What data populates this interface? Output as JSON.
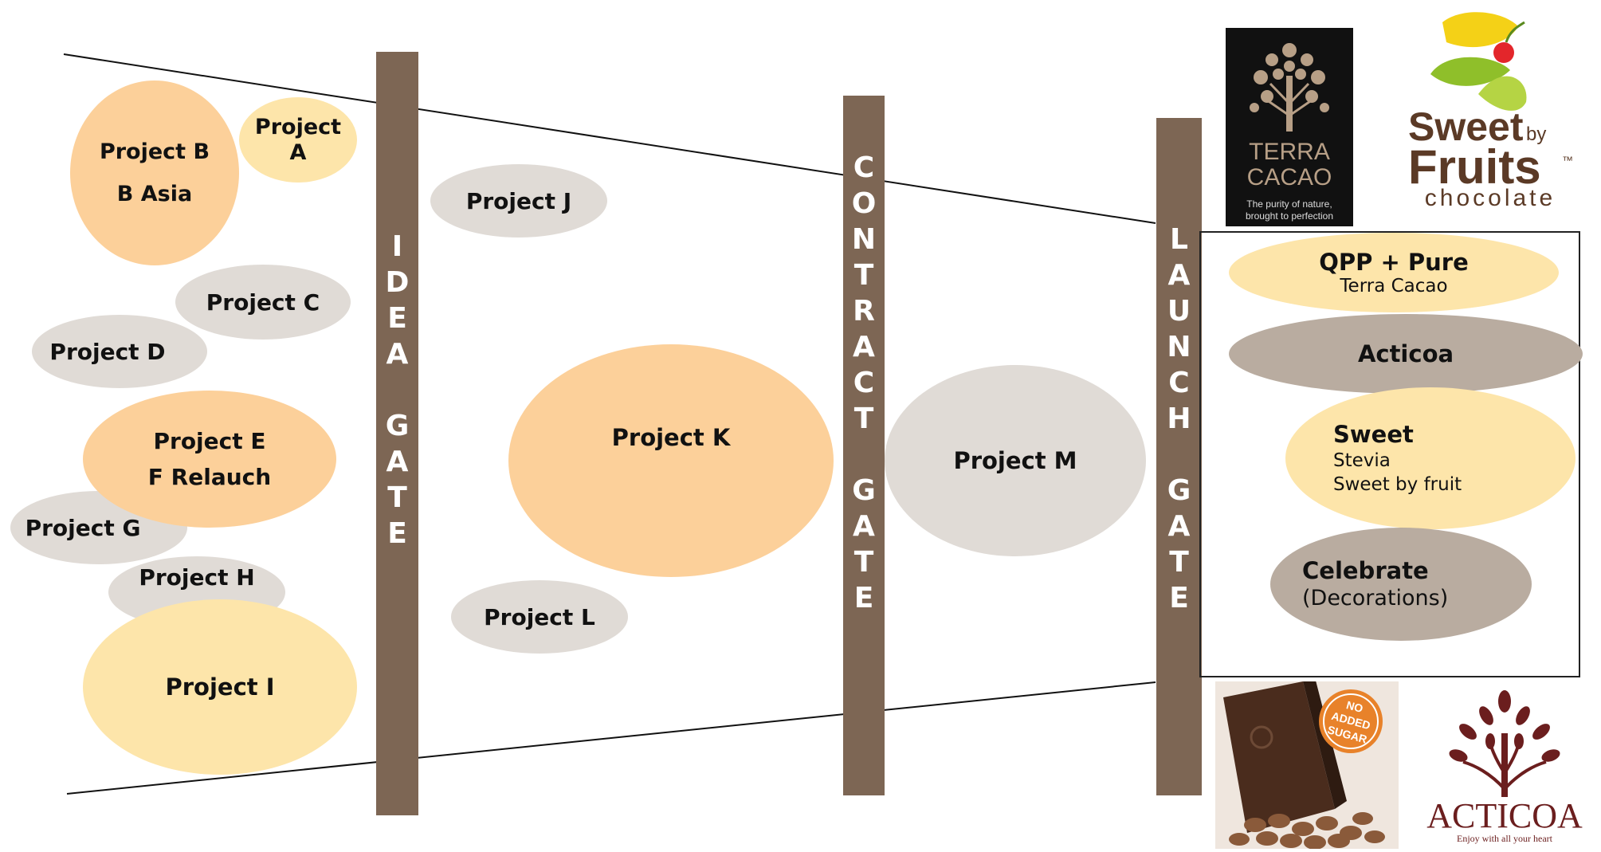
{
  "gates": [
    {
      "id": "idea",
      "letters": [
        "I",
        "D",
        "E",
        "A",
        " ",
        "G",
        "A",
        "T",
        "E"
      ]
    },
    {
      "id": "contract",
      "letters": [
        "C",
        "O",
        "N",
        "T",
        "R",
        "A",
        "C",
        "T",
        " ",
        "G",
        "A",
        "T",
        "E"
      ]
    },
    {
      "id": "launch",
      "letters": [
        "L",
        "A",
        "U",
        "N",
        "C",
        "H",
        " ",
        "G",
        "A",
        "T",
        "E"
      ]
    }
  ],
  "projects": {
    "b": {
      "line1": "Project B",
      "line2": "B Asia"
    },
    "a": {
      "line1": "Project",
      "line2": "A"
    },
    "j": "Project J",
    "c": "Project C",
    "d": "Project D",
    "e": {
      "line1": "Project E",
      "line2": "F Relauch"
    },
    "g": "Project G",
    "h": "Project H",
    "i": "Project I",
    "k": "Project K",
    "l": "Project L",
    "m": "Project M"
  },
  "launched": {
    "qpp": {
      "title": "QPP + Pure",
      "sub": "Terra Cacao"
    },
    "acticoa": "Acticoa",
    "sweet": {
      "title": "Sweet",
      "sub1": "Stevia",
      "sub2": "Sweet by fruit"
    },
    "celebrate": {
      "title": "Celebrate",
      "sub": "(Decorations)"
    }
  },
  "logos": {
    "terra": {
      "line1": "TERRA",
      "line2": "CACAO",
      "tagline1": "The purity of nature,",
      "tagline2": "brought to perfection"
    },
    "sweetfruits": {
      "word1": "Sweet",
      "word2": "by",
      "word3": "Fruits",
      "tm": "™",
      "word4": "chocolate"
    },
    "nosugar": {
      "badge1": "NO",
      "badge2": "ADDED",
      "badge3": "SUGAR"
    },
    "acticoa": {
      "name": "ACTICOA",
      "tagline": "Enjoy with all your heart"
    }
  },
  "colors": {
    "gate": "#7d6654",
    "orange": "#fcd09a",
    "yellow": "#fde5aa",
    "grey": "#e0dbd6",
    "taupe": "#b9aca0"
  }
}
